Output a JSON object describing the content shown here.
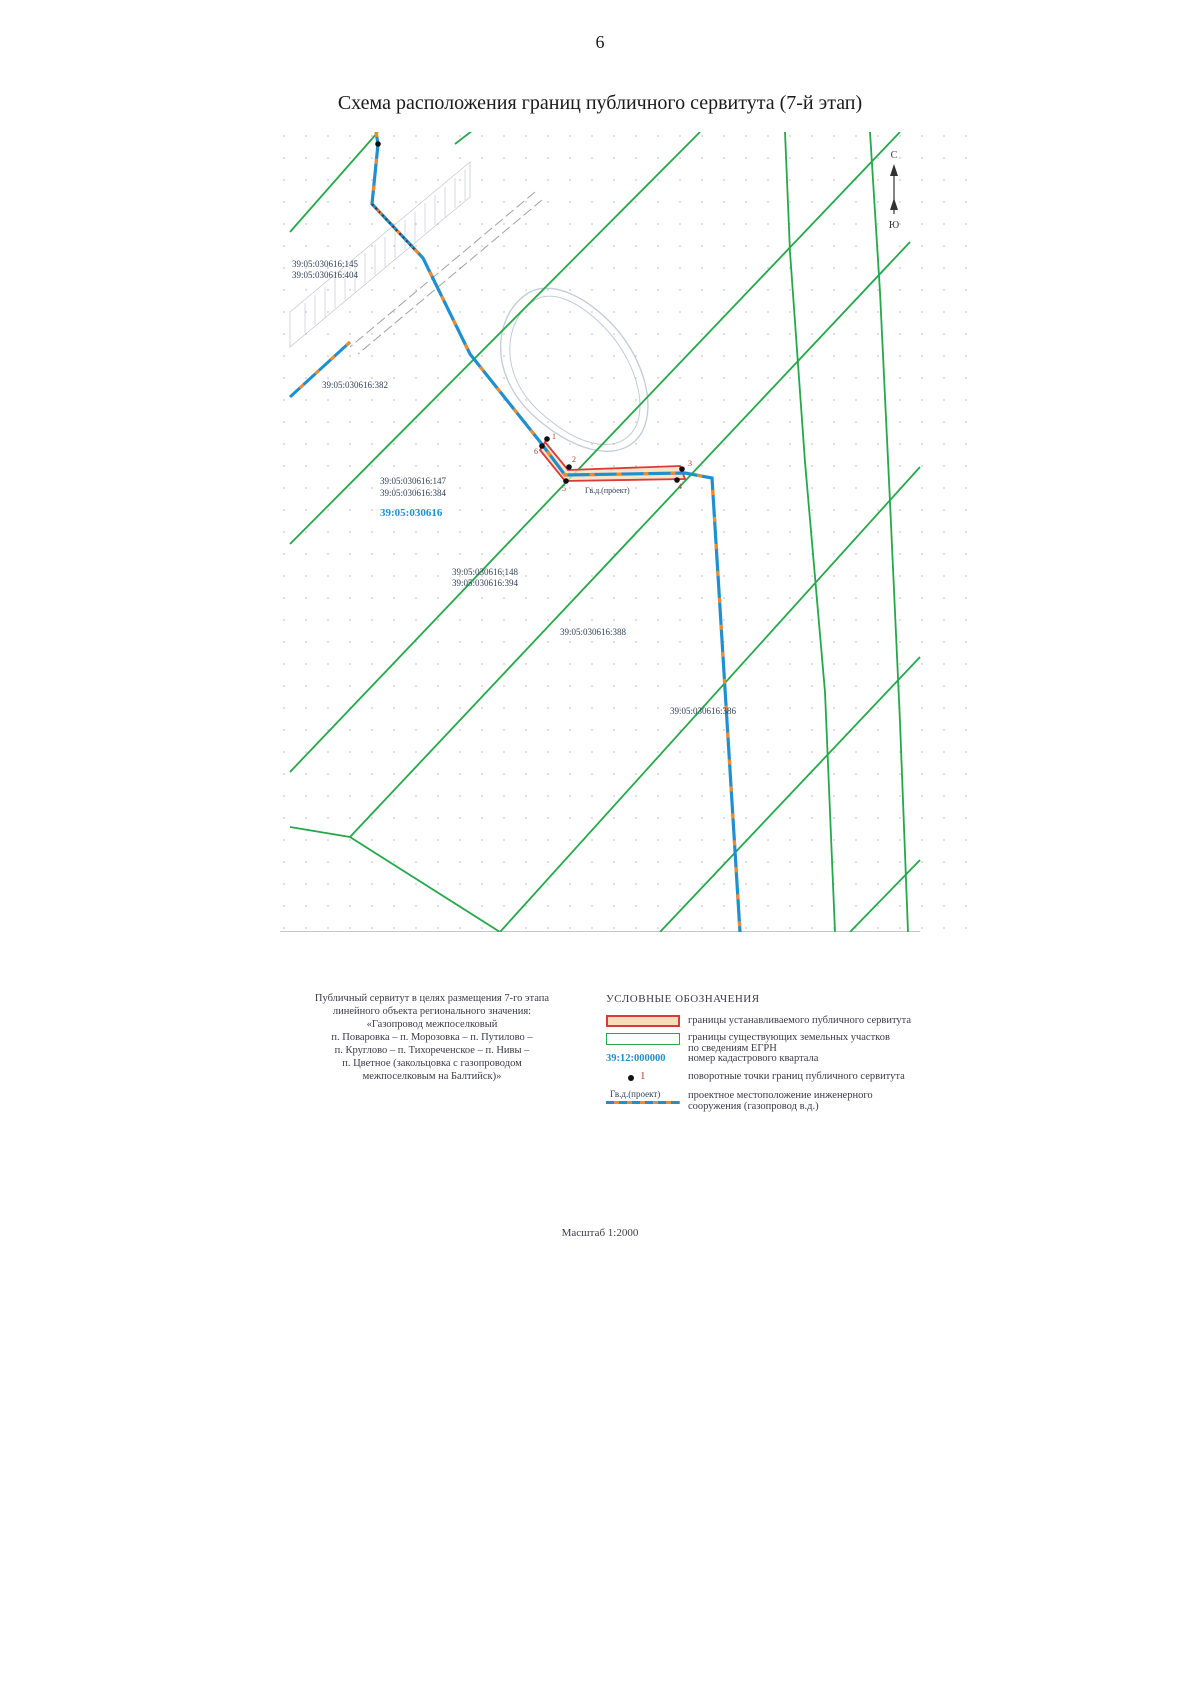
{
  "page_number": "6",
  "title": "Схема расположения границ публичного сервитута (7-й этап)",
  "map": {
    "compass": {
      "north": "С",
      "south": "Ю"
    },
    "parcel_labels": [
      "39:05:030616:145",
      "39:05:030616:404",
      "39:05:030616:382",
      "39:05:030616:147",
      "39:05:030616:384",
      "39:05:030616:148",
      "39:05:030616:394",
      "39:05:030616:388",
      "39:05:030616:386"
    ],
    "quarter_label": "39:05:030616",
    "pipeline_label": "Гв.д.(проект)",
    "turning_points": [
      "1",
      "2",
      "3",
      "4",
      "5",
      "6"
    ],
    "colors": {
      "parcel_boundary": "#24a84a",
      "pipeline_blue": "#1f8fd0",
      "pipeline_orange": "#f08a2c",
      "servitude_border": "#d93a3a",
      "servitude_fill": "#f5dfb8"
    }
  },
  "purpose_lines": [
    "Публичный сервитут в целях размещения 7-го этапа",
    "линейного объекта регионального значения:",
    "«Газопровод межпоселковый",
    "п. Поваровка – п. Морозовка – п. Путилово –",
    "п. Круглово – п. Тихореченское – п. Нивы –",
    "п. Цветное (закольцовка с газопроводом",
    "межпоселковым на Балтийск)»"
  ],
  "legend": {
    "title": "УСЛОВНЫЕ ОБОЗНАЧЕНИЯ",
    "servitude_boundary": "границы устанавливаемого публичного сервитута",
    "parcel_boundary_line1": "границы существующих земельных участков",
    "parcel_boundary_line2": "по сведениям ЕГРН",
    "quarter_number_sample": "39:12:000000",
    "quarter_number": "номер кадастрового квартала",
    "point_sample_number": "1",
    "turning_points": "поворотные точки границ публичного сервитута",
    "pipeline_sample": "Гв.д.(проект)",
    "pipeline_line1": "проектное местоположение инженерного",
    "pipeline_line2": "сооружения (газопровод в.д.)"
  },
  "scale": "Масштаб 1:2000"
}
